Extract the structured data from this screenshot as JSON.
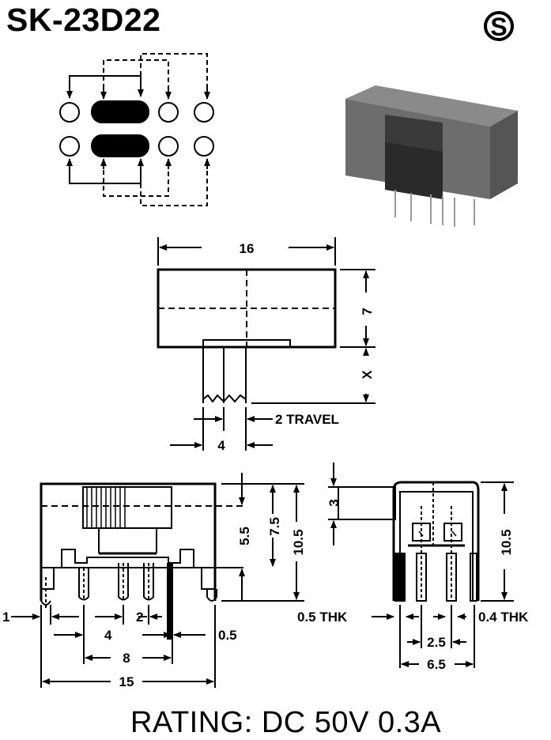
{
  "part_number": "SK-23D22",
  "rating": "RATING: DC 50V 0.3A",
  "logo_letter": "S",
  "dimensions": {
    "width_16": "16",
    "height_7": "7",
    "x_label": "X",
    "travel": "2 TRAVEL",
    "pitch_4_top": "4",
    "d_5_5": "5.5",
    "d_7_5": "7.5",
    "d_10_5_front": "10.5",
    "d_1": "1",
    "d_2": "2",
    "d_0_5": "0.5",
    "d_4": "4",
    "d_8": "8",
    "d_15": "15",
    "d_3": "3",
    "d_10_5_side": "10.5",
    "thk_0_5": "0.5 THK",
    "thk_0_4": "0.4 THK",
    "d_2_5": "2.5",
    "d_6_5": "6.5"
  }
}
